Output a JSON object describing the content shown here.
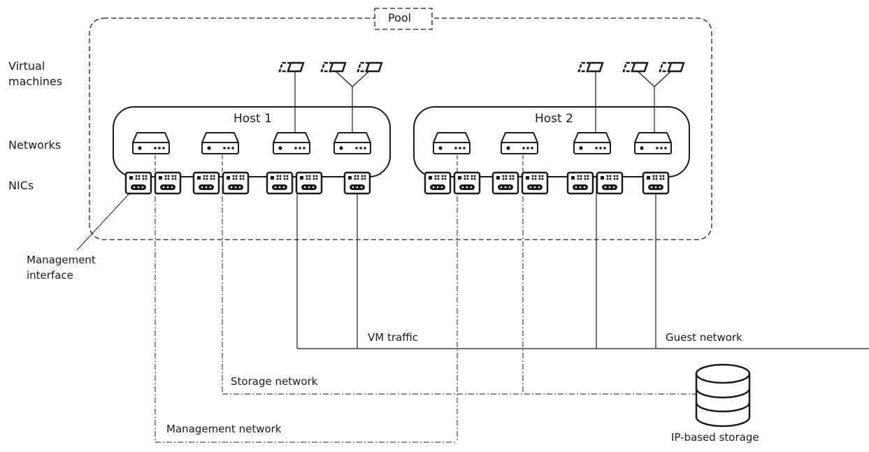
{
  "pool": {
    "label": "Pool"
  },
  "rows": {
    "virtual_machines": "Virtual\nmachines",
    "networks": "Networks",
    "nics": "NICs"
  },
  "hosts": [
    {
      "label": "Host 1"
    },
    {
      "label": "Host 2"
    }
  ],
  "annotations": {
    "management_interface": "Management\ninterface",
    "vm_traffic": "VM traffic",
    "guest_network": "Guest network",
    "storage_network": "Storage network",
    "management_network": "Management network",
    "ip_storage": "IP-based storage"
  }
}
